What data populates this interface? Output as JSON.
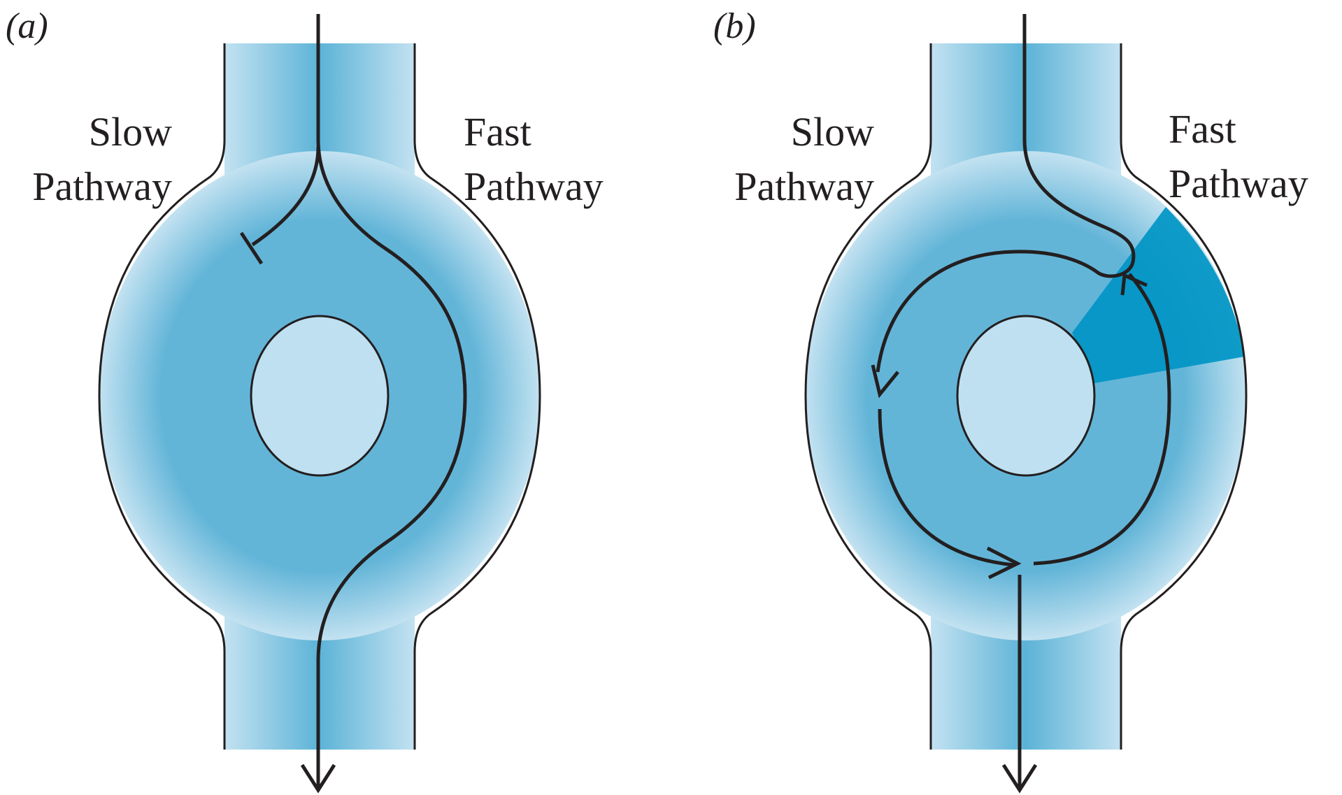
{
  "colors": {
    "tissue_light": "#bfe0f0",
    "tissue_mid": "#63b5d8",
    "refractory_zone": "#0095c4",
    "obstacle": "#bfe0f0",
    "line": "#231f20"
  },
  "panels": [
    {
      "label": "(a)",
      "slow_pathway": {
        "line1": "Slow",
        "line2": "Pathway"
      },
      "fast_pathway": {
        "line1": "Fast",
        "line2": "Pathway"
      }
    },
    {
      "label": "(b)",
      "slow_pathway": {
        "line1": "Slow",
        "line2": "Pathway"
      },
      "fast_pathway": {
        "line1": "Fast",
        "line2": "Pathway"
      }
    }
  ]
}
